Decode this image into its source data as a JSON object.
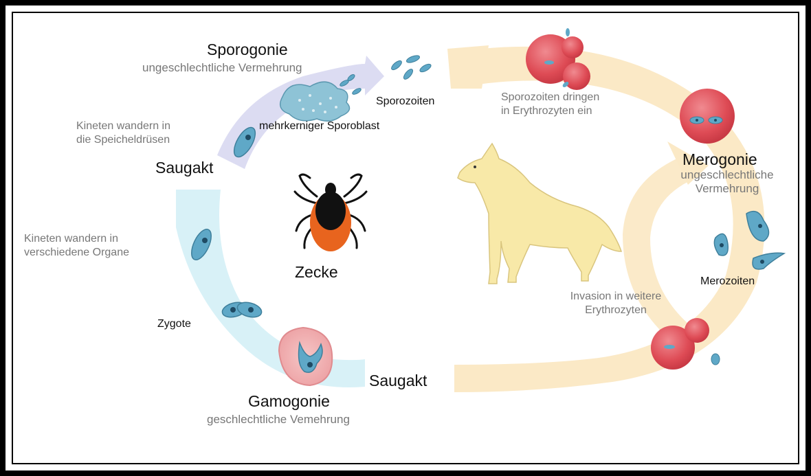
{
  "labels": {
    "sporogonie": "Sporogonie",
    "sporogonie_sub": "ungeschlechtliche Vermehrung",
    "sporozoiten": "Sporozoiten",
    "sporoblast": "mehrkerniger Sporoblast",
    "sporozoiten_dringen_1": "Sporozoiten dringen",
    "sporozoiten_dringen_2": "in Erythrozyten ein",
    "kineten_speichel_1": "Kineten wandern in",
    "kineten_speichel_2": "die Speicheldrüsen",
    "saugakt_top": "Saugakt",
    "merogonie": "Merogonie",
    "merogonie_sub_1": "ungeschlechtliche",
    "merogonie_sub_2": "Vermehrung",
    "kineten_organe_1": "Kineten wandern in",
    "kineten_organe_2": "verschiedene Organe",
    "zecke": "Zecke",
    "merozoiten": "Merozoiten",
    "invasion_1": "Invasion in weitere",
    "invasion_2": "Erythrozyten",
    "zygote": "Zygote",
    "saugakt_bottom": "Saugakt",
    "gamogonie": "Gamogonie",
    "gamogonie_sub": "geschlechtliche Vemehrung"
  },
  "colors": {
    "lavender_band": "#dcdcf2",
    "cyan_band": "#d8f1f7",
    "cream_band": "#fbe9c6",
    "cell_red": "#e0505a",
    "parasite_blue": "#5fa8c7",
    "dog": "#f8e9a8",
    "tick_orange": "#e8641e"
  }
}
